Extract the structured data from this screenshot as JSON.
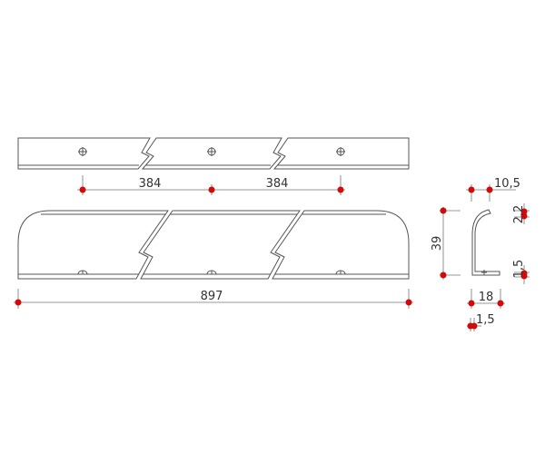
{
  "drawing": {
    "dimensions": {
      "hole_spacing_1": "384",
      "hole_spacing_2": "384",
      "total_length": "897",
      "height": "39",
      "top_width": "10,5",
      "top_thickness": "2,2",
      "base_thickness": "1,5",
      "base_width": "18",
      "wall_thickness": "1,5"
    },
    "marker_color": "#d10a0a"
  }
}
